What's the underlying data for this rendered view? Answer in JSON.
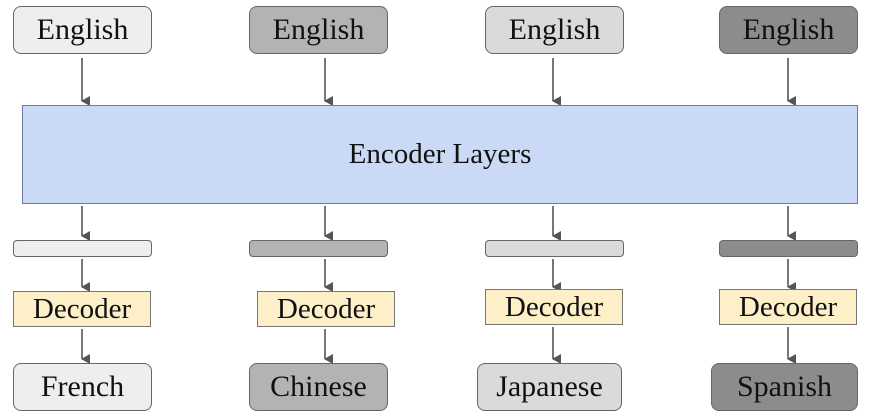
{
  "encoder": {
    "label": "Encoder Layers",
    "color": "#c9d9f6"
  },
  "decoder_color": "#fdf0c8",
  "columns": [
    {
      "input": "English",
      "decoder": "Decoder",
      "output": "French",
      "shade": "#eeeeee"
    },
    {
      "input": "English",
      "decoder": "Decoder",
      "output": "Chinese",
      "shade": "#b3b3b3"
    },
    {
      "input": "English",
      "decoder": "Decoder",
      "output": "Japanese",
      "shade": "#dadada"
    },
    {
      "input": "English",
      "decoder": "Decoder",
      "output": "Spanish",
      "shade": "#8c8c8c"
    }
  ]
}
